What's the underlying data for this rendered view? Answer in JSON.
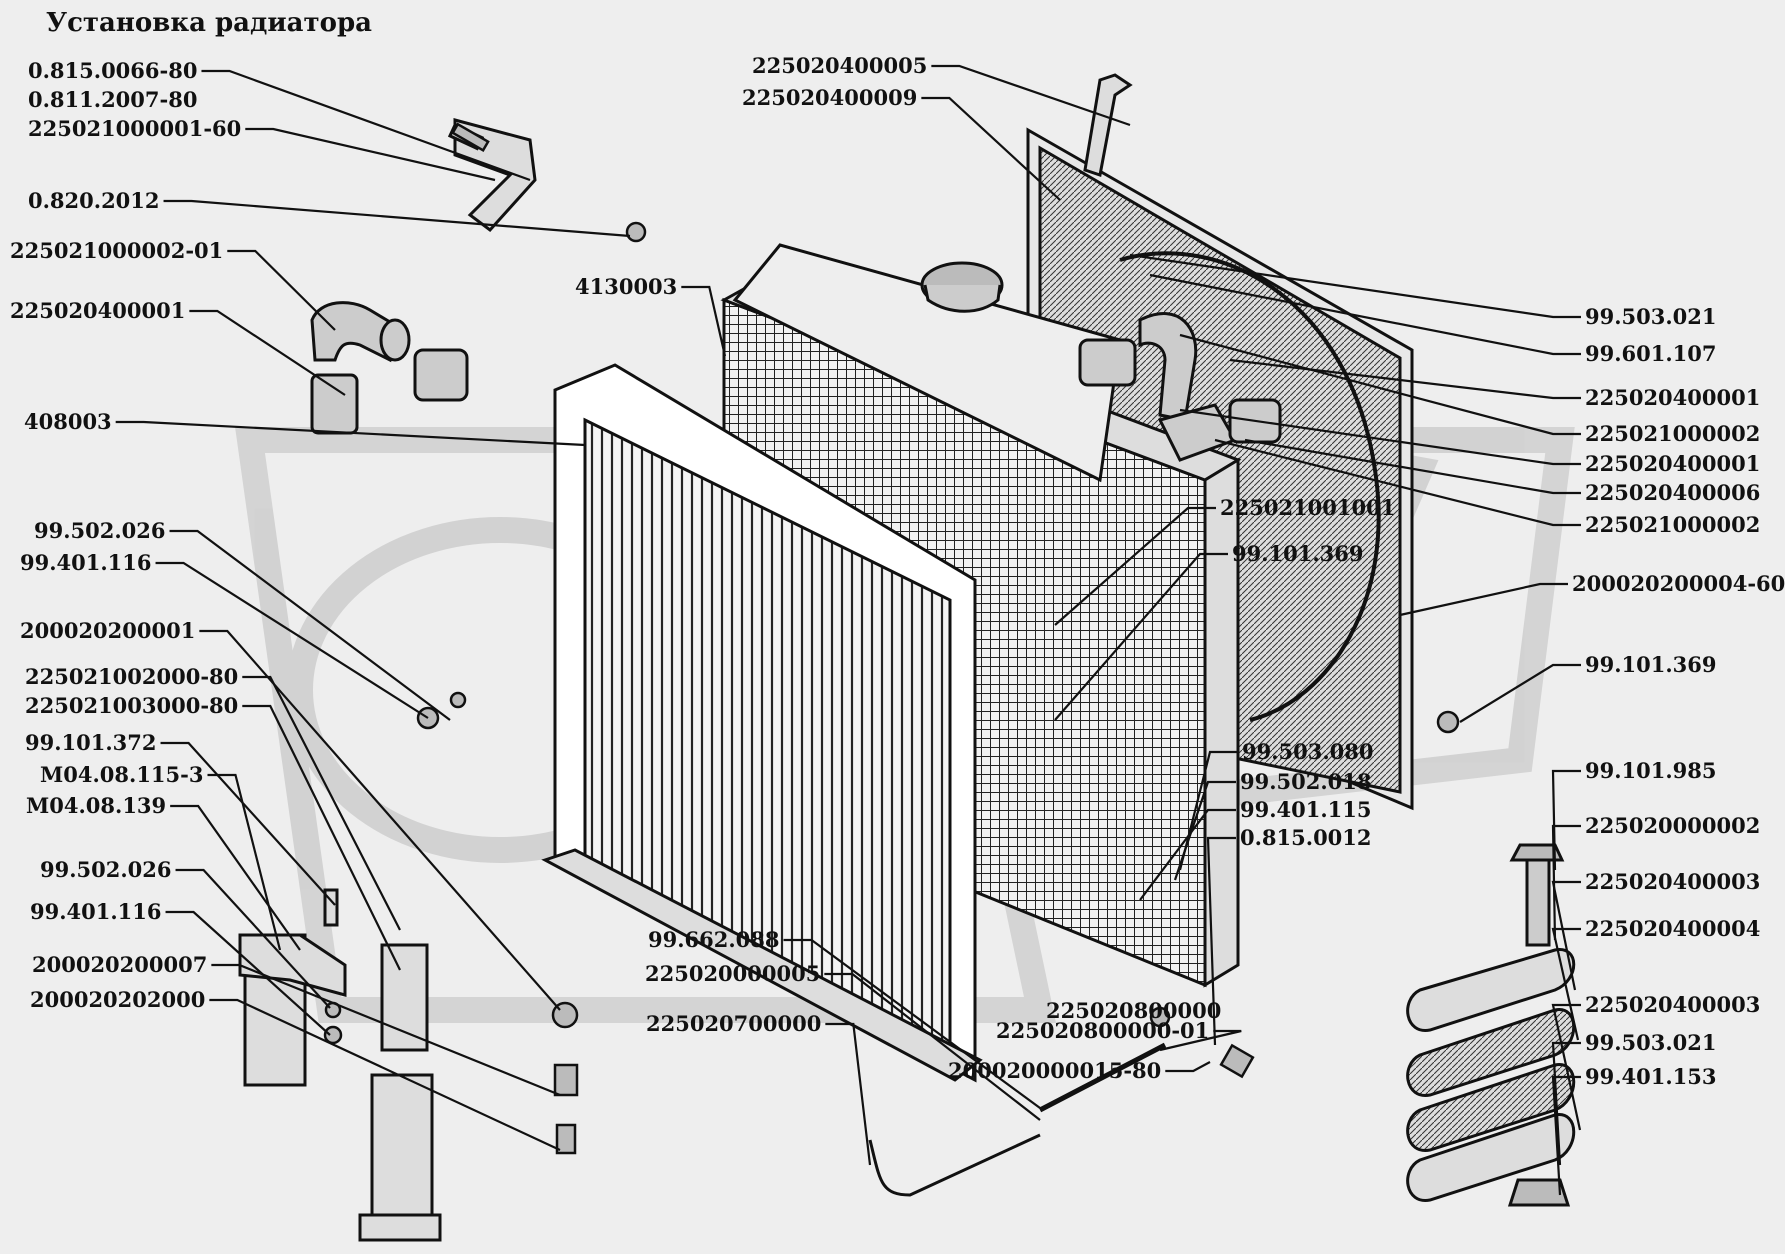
{
  "title": "Установка радиатора",
  "colors": {
    "ink": "#111111",
    "paper": "#eeeeee",
    "watermark": "#d2d2d2"
  },
  "parts": [
    {
      "id": "p01",
      "label": "0.815.0066-80"
    },
    {
      "id": "p02",
      "label": "0.811.2007-80"
    },
    {
      "id": "p03",
      "label": "225021000001-60"
    },
    {
      "id": "p04",
      "label": "0.820.2012"
    },
    {
      "id": "p05",
      "label": "225021000002-01"
    },
    {
      "id": "p06",
      "label": "225020400001"
    },
    {
      "id": "p07",
      "label": "408003"
    },
    {
      "id": "p08",
      "label": "99.502.026"
    },
    {
      "id": "p09",
      "label": "99.401.116"
    },
    {
      "id": "p10",
      "label": "200020200001"
    },
    {
      "id": "p11",
      "label": "225021002000-80"
    },
    {
      "id": "p12",
      "label": "225021003000-80"
    },
    {
      "id": "p13",
      "label": "99.101.372"
    },
    {
      "id": "p14",
      "label": "М04.08.115-3"
    },
    {
      "id": "p15",
      "label": "М04.08.139"
    },
    {
      "id": "p16",
      "label": "99.502.026"
    },
    {
      "id": "p17",
      "label": "99.401.116"
    },
    {
      "id": "p18",
      "label": "200020200007"
    },
    {
      "id": "p19",
      "label": "200020202000"
    },
    {
      "id": "p20",
      "label": "4130003"
    },
    {
      "id": "p21",
      "label": "225020400005"
    },
    {
      "id": "p22",
      "label": "225020400009"
    },
    {
      "id": "p23",
      "label": "99.503.021"
    },
    {
      "id": "p24",
      "label": "99.601.107"
    },
    {
      "id": "p25",
      "label": "225020400001"
    },
    {
      "id": "p26",
      "label": "225021000002"
    },
    {
      "id": "p27",
      "label": "225020400001"
    },
    {
      "id": "p28",
      "label": "225020400006"
    },
    {
      "id": "p29",
      "label": "225021000002"
    },
    {
      "id": "p30",
      "label": "225021001001"
    },
    {
      "id": "p31",
      "label": "99.101.369"
    },
    {
      "id": "p32",
      "label": "200020200004-60"
    },
    {
      "id": "p33",
      "label": "99.101.369"
    },
    {
      "id": "p34",
      "label": "99.503.080"
    },
    {
      "id": "p35",
      "label": "99.502.018"
    },
    {
      "id": "p36",
      "label": "99.401.115"
    },
    {
      "id": "p37",
      "label": "0.815.0012"
    },
    {
      "id": "p38",
      "label": "99.101.985"
    },
    {
      "id": "p39",
      "label": "225020000002"
    },
    {
      "id": "p40",
      "label": "225020400003"
    },
    {
      "id": "p41",
      "label": "225020400004"
    },
    {
      "id": "p42",
      "label": "225020400003"
    },
    {
      "id": "p43",
      "label": "99.503.021"
    },
    {
      "id": "p44",
      "label": "99.401.153"
    },
    {
      "id": "p45",
      "label": "99.662.088"
    },
    {
      "id": "p46",
      "label": "225020000005"
    },
    {
      "id": "p47",
      "label": "225020700000"
    },
    {
      "id": "p48",
      "label": "225020800000"
    },
    {
      "id": "p49",
      "label": "225020800000-01"
    },
    {
      "id": "p50",
      "label": "200020000015-80"
    }
  ]
}
